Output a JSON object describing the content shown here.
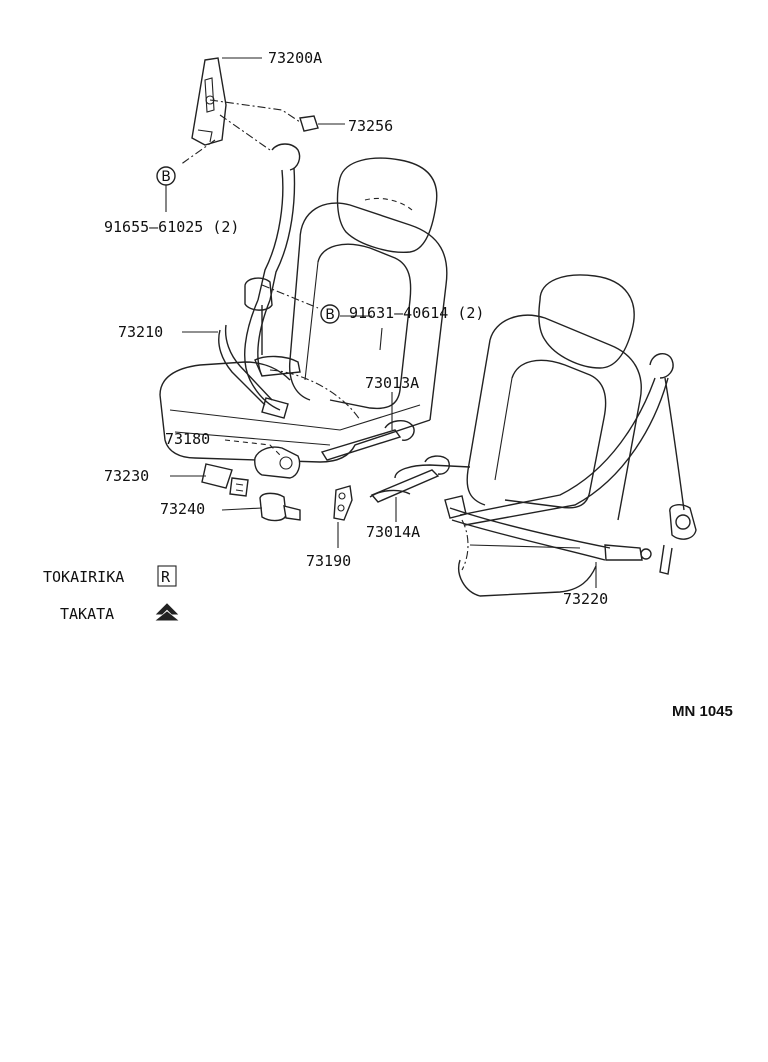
{
  "diagram": {
    "parts": [
      {
        "id": "73200A",
        "label": "73200A"
      },
      {
        "id": "73256",
        "label": "73256"
      },
      {
        "id": "91655",
        "label": "91655–61025 (2)",
        "marker": "B"
      },
      {
        "id": "91631",
        "label": "91631–40614 (2)",
        "marker": "B"
      },
      {
        "id": "73210",
        "label": "73210"
      },
      {
        "id": "73013A",
        "label": "73013A"
      },
      {
        "id": "73180",
        "label": "73180"
      },
      {
        "id": "73230",
        "label": "73230"
      },
      {
        "id": "73240",
        "label": "73240"
      },
      {
        "id": "73014A",
        "label": "73014A"
      },
      {
        "id": "73190",
        "label": "73190"
      },
      {
        "id": "73220",
        "label": "73220"
      }
    ],
    "legend": [
      {
        "label": "TOKAIRIKA",
        "symbol": "R"
      },
      {
        "label": "TAKATA",
        "symbol": "takata-logo"
      }
    ],
    "diagram_code": "MN 1045"
  }
}
